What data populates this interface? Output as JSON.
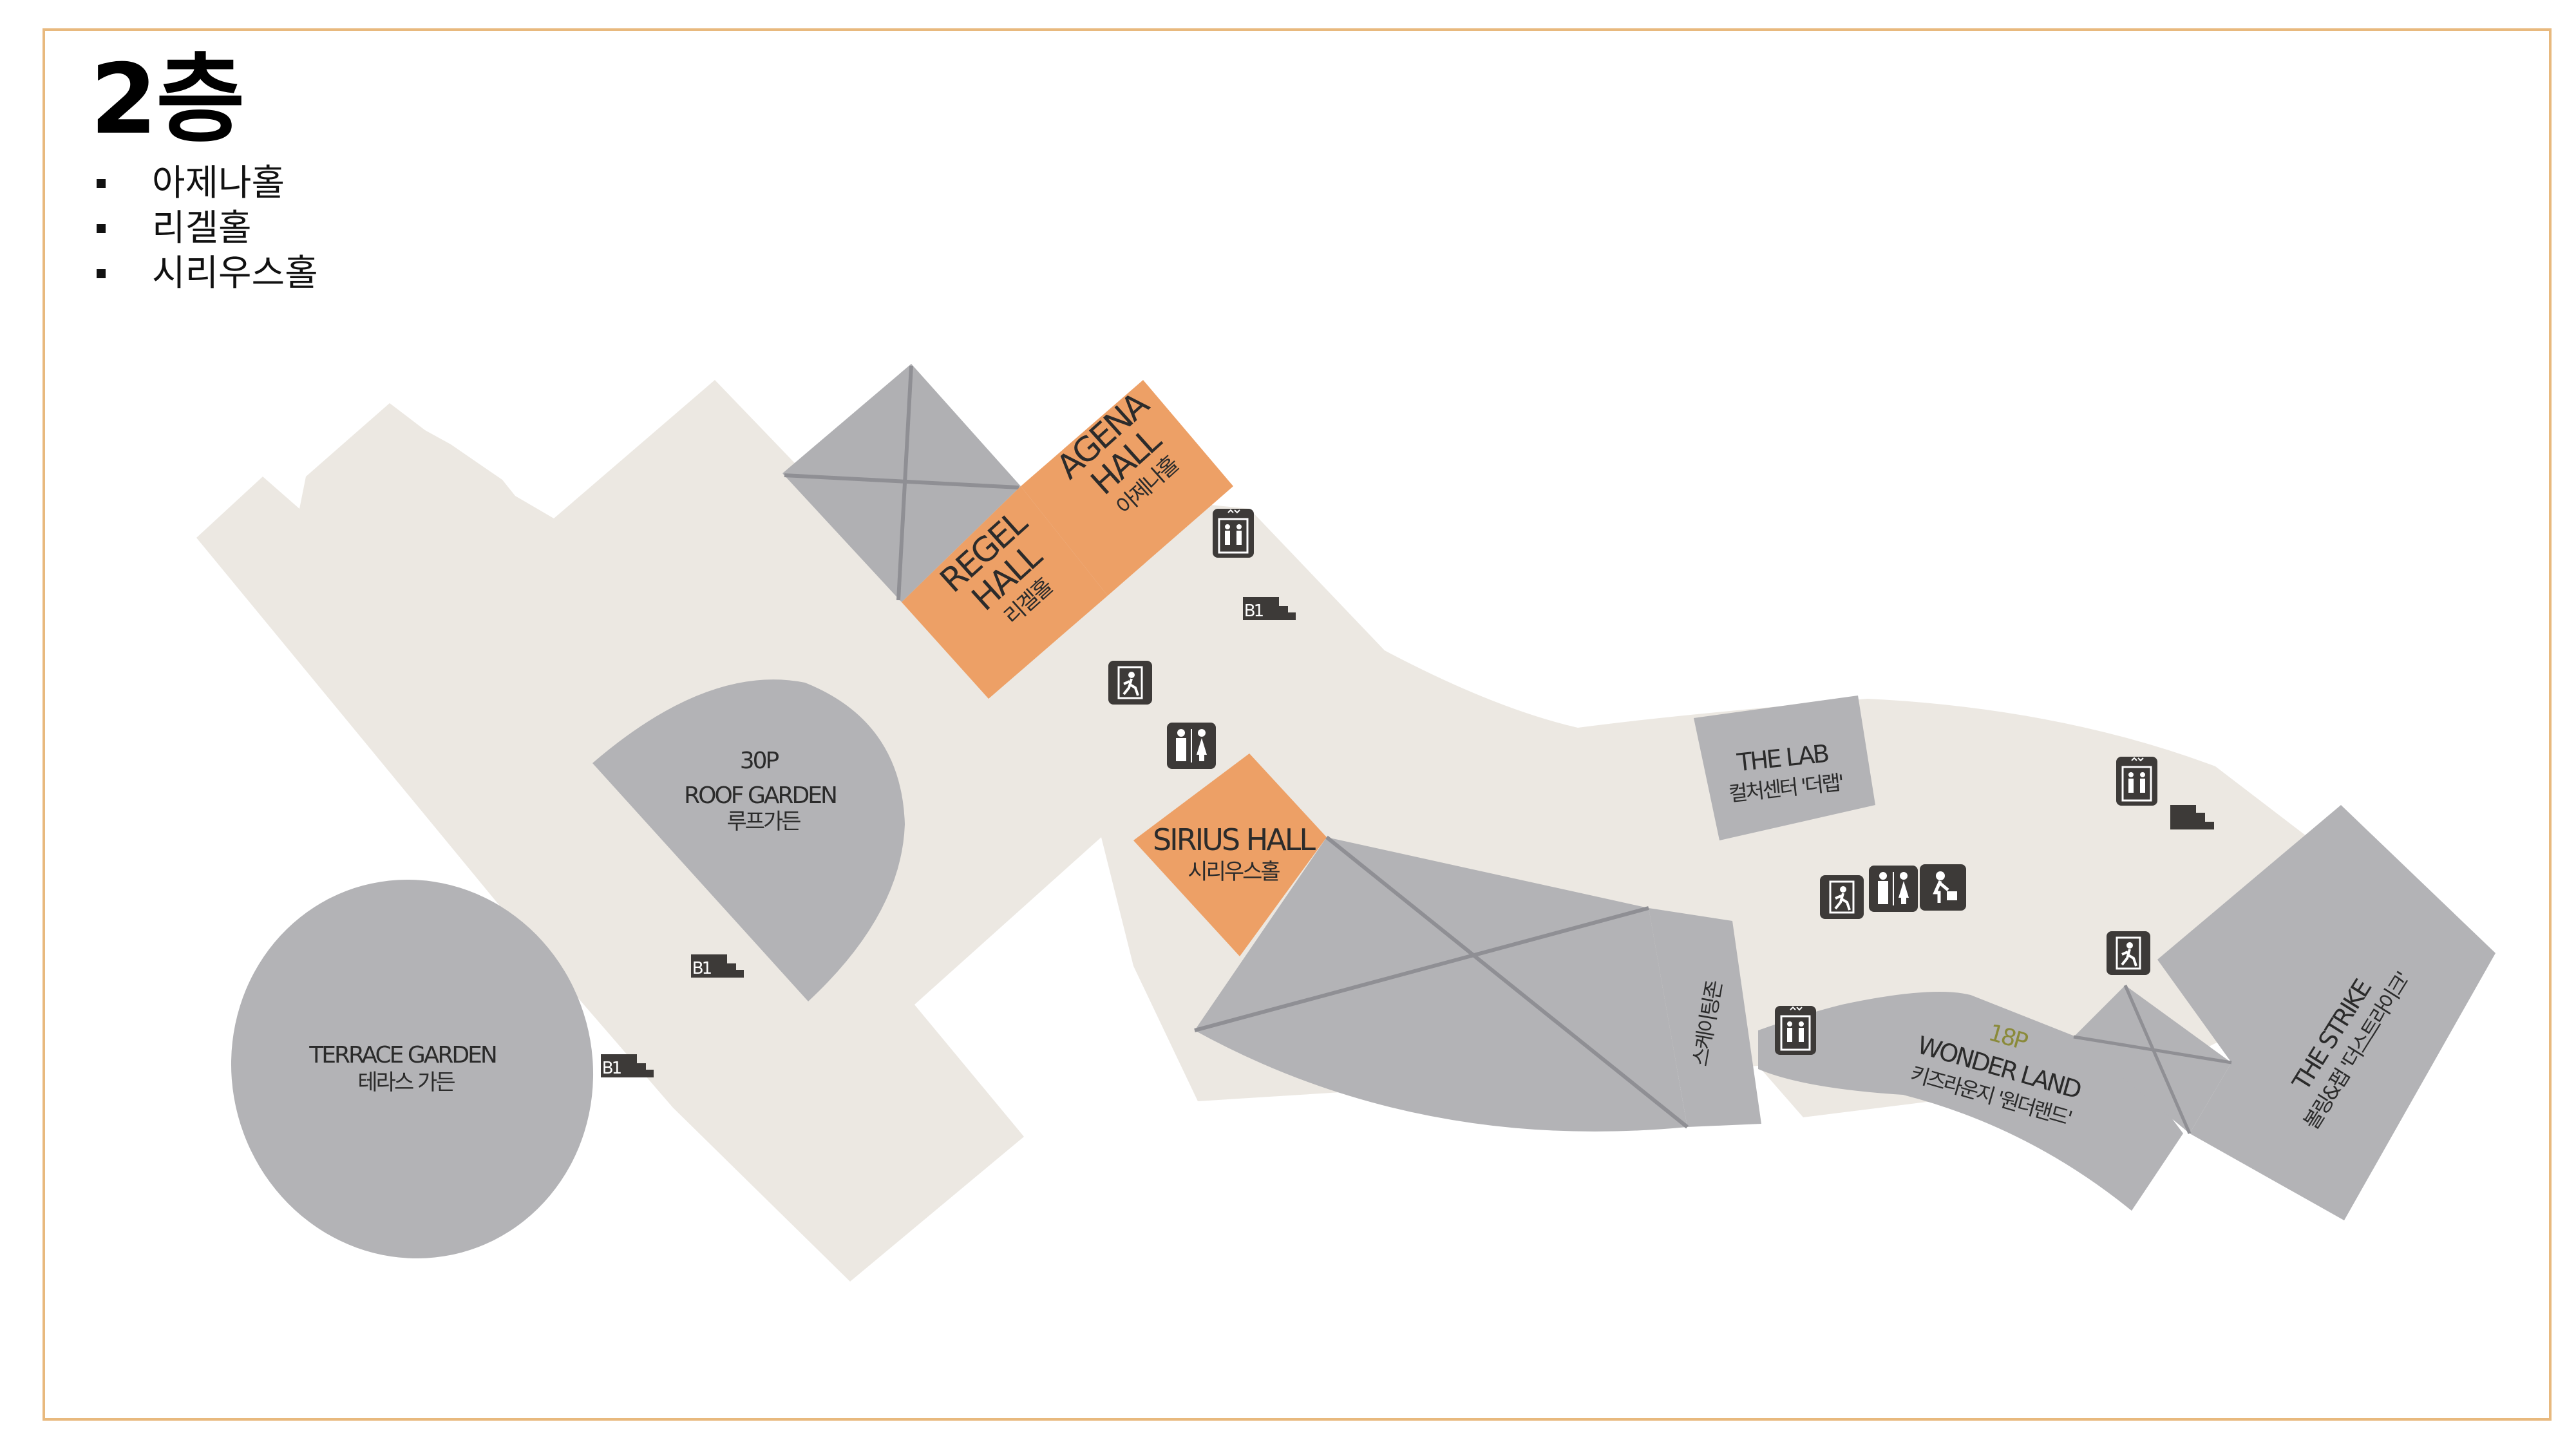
{
  "floor": {
    "title": "2층"
  },
  "halls": {
    "items": [
      "아제나홀",
      "리겔홀",
      "시리우스홀"
    ]
  },
  "colors": {
    "frame": "#e8b97e",
    "floor": "#ece8e2",
    "zone": "#b3b3b6",
    "hall": "#eda066",
    "void": "#b0b0b3",
    "icon": "#3d3a38"
  },
  "map": {
    "agena": {
      "en1": "AGENA",
      "en2": "HALL",
      "ko": "아제나홀"
    },
    "regel": {
      "en1": "REGEL",
      "en2": "HALL",
      "ko": "리겔홀"
    },
    "sirius": {
      "en": "SIRIUS HALL",
      "ko": "시리우스홀"
    },
    "roof_garden": {
      "parking": "30P",
      "en": "ROOF GARDEN",
      "ko": "루프가든"
    },
    "terrace_garden": {
      "en": "TERRACE GARDEN",
      "ko": "테라스 가든"
    },
    "the_lab": {
      "en": "THE LAB",
      "ko": "컬처센터 '더랩'"
    },
    "skating": {
      "ko": "스케이팅존"
    },
    "wonder_land": {
      "parking": "18P",
      "en": "WONDER LAND",
      "ko": "키즈라운지 '원더랜드'"
    },
    "the_strike": {
      "en": "THE STRIKE",
      "ko": "볼링&펍 '더스트라이크'"
    },
    "stair_b1": "B1",
    "icons": [
      "elevator-icon",
      "emergency-exit-icon",
      "restroom-icon",
      "nursing-room-icon",
      "stairs-icon"
    ]
  }
}
